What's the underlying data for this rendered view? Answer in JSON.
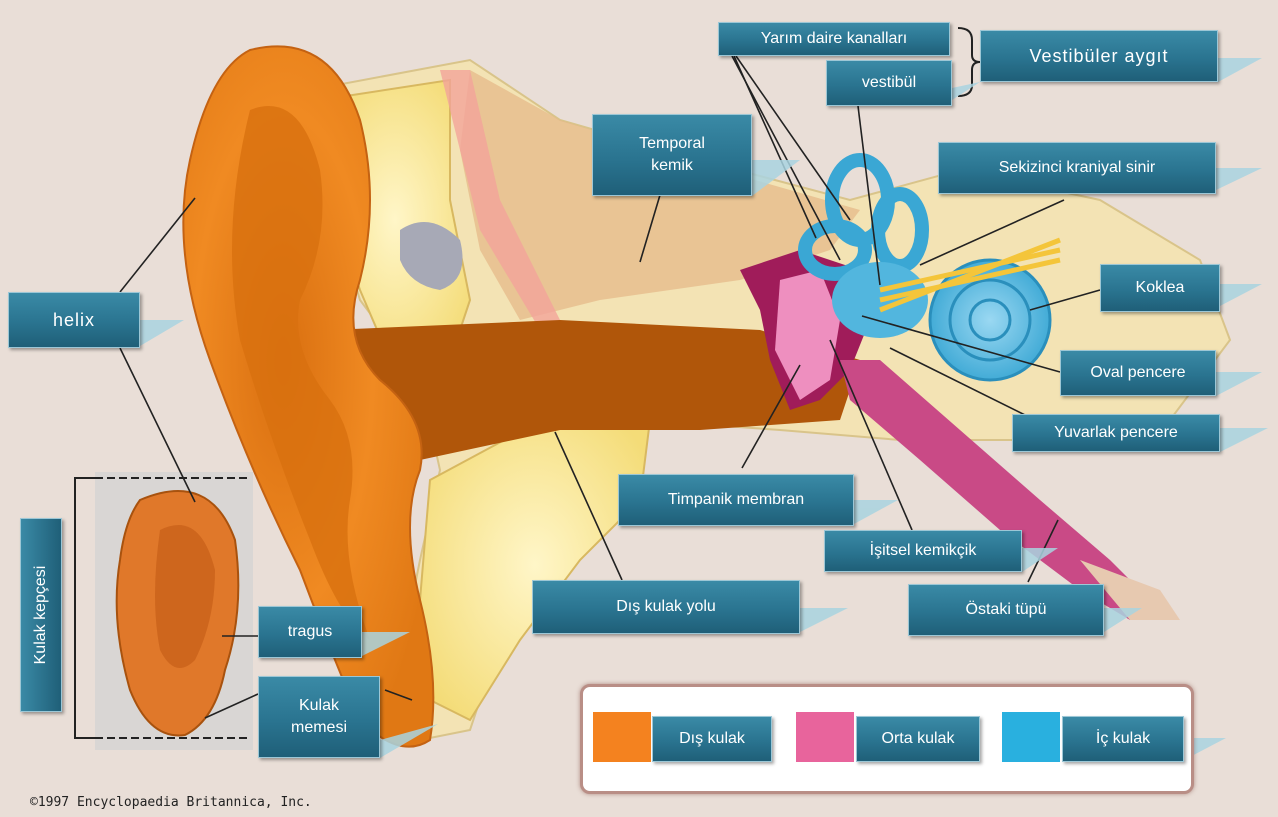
{
  "labels": {
    "semicircular": "Yarım daire kanalları",
    "vestibular": "Vestibüler aygıt",
    "vestibule": "vestibül",
    "temporal": "Temporal\nkemik",
    "nerve": "Sekizinci kraniyal sinir",
    "helix": "helix",
    "cochlea": "Koklea",
    "oval": "Oval pencere",
    "round": "Yuvarlak pencere",
    "tympanic": "Timpanik membran",
    "ossicles": "İşitsel kemikçik",
    "canal": "Dış kulak yolu",
    "eustachian": "Östaki tüpü",
    "tragus": "tragus",
    "lobe": "Kulak\nmemesi",
    "pinna": "Kulak kepçesi"
  },
  "legend": [
    {
      "label": "Dış kulak",
      "color": "#f4821f"
    },
    {
      "label": "Orta kulak",
      "color": "#e8649c"
    },
    {
      "label": "İç kulak",
      "color": "#29b0df"
    }
  ],
  "copyright": "©1997 Encyclopaedia Britannica, Inc."
}
